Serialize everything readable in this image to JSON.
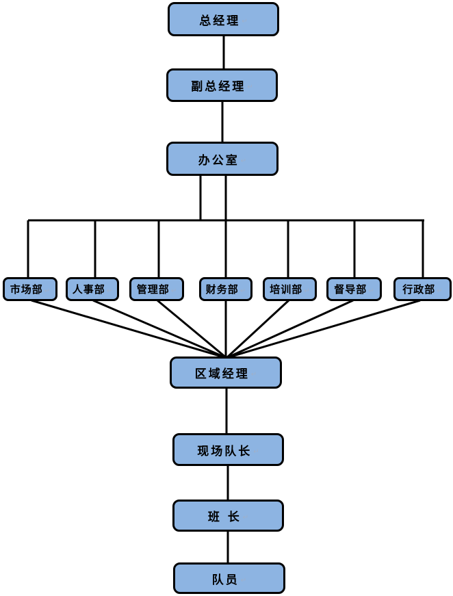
{
  "diagram": {
    "type": "org-chart",
    "background_color": "#ffffff",
    "node_fill_color": "#8DB4E2",
    "node_border_color": "#000000",
    "connector_color": "#000000",
    "return_mark": "↵",
    "nodes": [
      {
        "id": "general-manager",
        "label": "总经理"
      },
      {
        "id": "deputy-general-manager",
        "label": "副总经理"
      },
      {
        "id": "office",
        "label": "办公室"
      },
      {
        "id": "marketing-dept",
        "label": "市场部"
      },
      {
        "id": "hr-dept",
        "label": "人事部"
      },
      {
        "id": "management-dept",
        "label": "管理部"
      },
      {
        "id": "finance-dept",
        "label": "财务部"
      },
      {
        "id": "training-dept",
        "label": "培训部"
      },
      {
        "id": "supervision-dept",
        "label": "督导部"
      },
      {
        "id": "admin-dept",
        "label": "行政部"
      },
      {
        "id": "regional-manager",
        "label": "区域经理"
      },
      {
        "id": "site-team-leader",
        "label": "现场队长"
      },
      {
        "id": "squad-leader",
        "label": "班 长"
      },
      {
        "id": "team-member",
        "label": "队员"
      }
    ],
    "edges": [
      {
        "from": "general-manager",
        "to": "deputy-general-manager"
      },
      {
        "from": "deputy-general-manager",
        "to": "office"
      },
      {
        "from": "office",
        "to": "marketing-dept"
      },
      {
        "from": "office",
        "to": "hr-dept"
      },
      {
        "from": "office",
        "to": "management-dept"
      },
      {
        "from": "office",
        "to": "finance-dept"
      },
      {
        "from": "office",
        "to": "training-dept"
      },
      {
        "from": "office",
        "to": "supervision-dept"
      },
      {
        "from": "office",
        "to": "admin-dept"
      },
      {
        "from": "marketing-dept",
        "to": "regional-manager"
      },
      {
        "from": "hr-dept",
        "to": "regional-manager"
      },
      {
        "from": "management-dept",
        "to": "regional-manager"
      },
      {
        "from": "finance-dept",
        "to": "regional-manager"
      },
      {
        "from": "training-dept",
        "to": "regional-manager"
      },
      {
        "from": "supervision-dept",
        "to": "regional-manager"
      },
      {
        "from": "admin-dept",
        "to": "regional-manager"
      },
      {
        "from": "regional-manager",
        "to": "site-team-leader"
      },
      {
        "from": "site-team-leader",
        "to": "squad-leader"
      },
      {
        "from": "squad-leader",
        "to": "team-member"
      }
    ]
  }
}
